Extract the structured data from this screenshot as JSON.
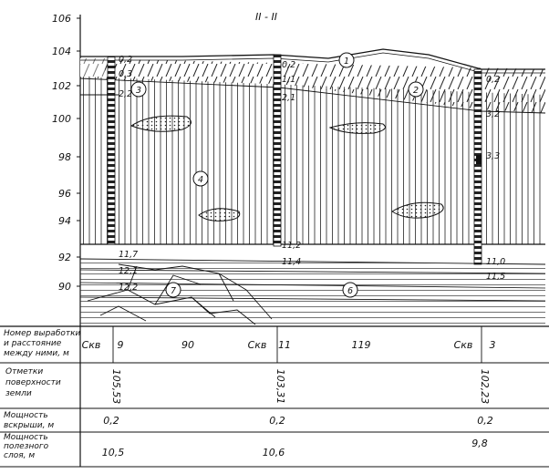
{
  "title": "II - II",
  "y_axis_ticks": [
    "106",
    "104",
    "102",
    "100",
    "98",
    "96",
    "94",
    "92",
    "90"
  ],
  "layer_numbers": [
    "1",
    "2",
    "3",
    "4",
    "6",
    "7"
  ],
  "boreholes": [
    {
      "labels_right": [
        "0,2",
        "0,3",
        "2,2",
        "11,7",
        "12,1",
        "12,2"
      ]
    },
    {
      "labels_right": [
        "0,2",
        "1,1",
        "2,1",
        "11,2",
        "11,4"
      ]
    },
    {
      "labels_right": [
        "0,2",
        "3,2",
        "3,3",
        "11,0",
        "11,5"
      ]
    }
  ],
  "table": {
    "row_headers": [
      "Номер выработки и расстояние между ними, м",
      "Отметки поверхности земли",
      "Мощность вскрыши, м",
      "Мощность полезного слоя, м"
    ],
    "row1": [
      "Скв",
      "9",
      "90",
      "Скв",
      "11",
      "119",
      "Скв",
      "3"
    ],
    "elevations": [
      "105,53",
      "103,31",
      "102,23"
    ],
    "overburden": [
      "0,2",
      "0,2",
      "0,2"
    ],
    "useful_layer": [
      "10,5",
      "10,6",
      "9,8"
    ]
  }
}
